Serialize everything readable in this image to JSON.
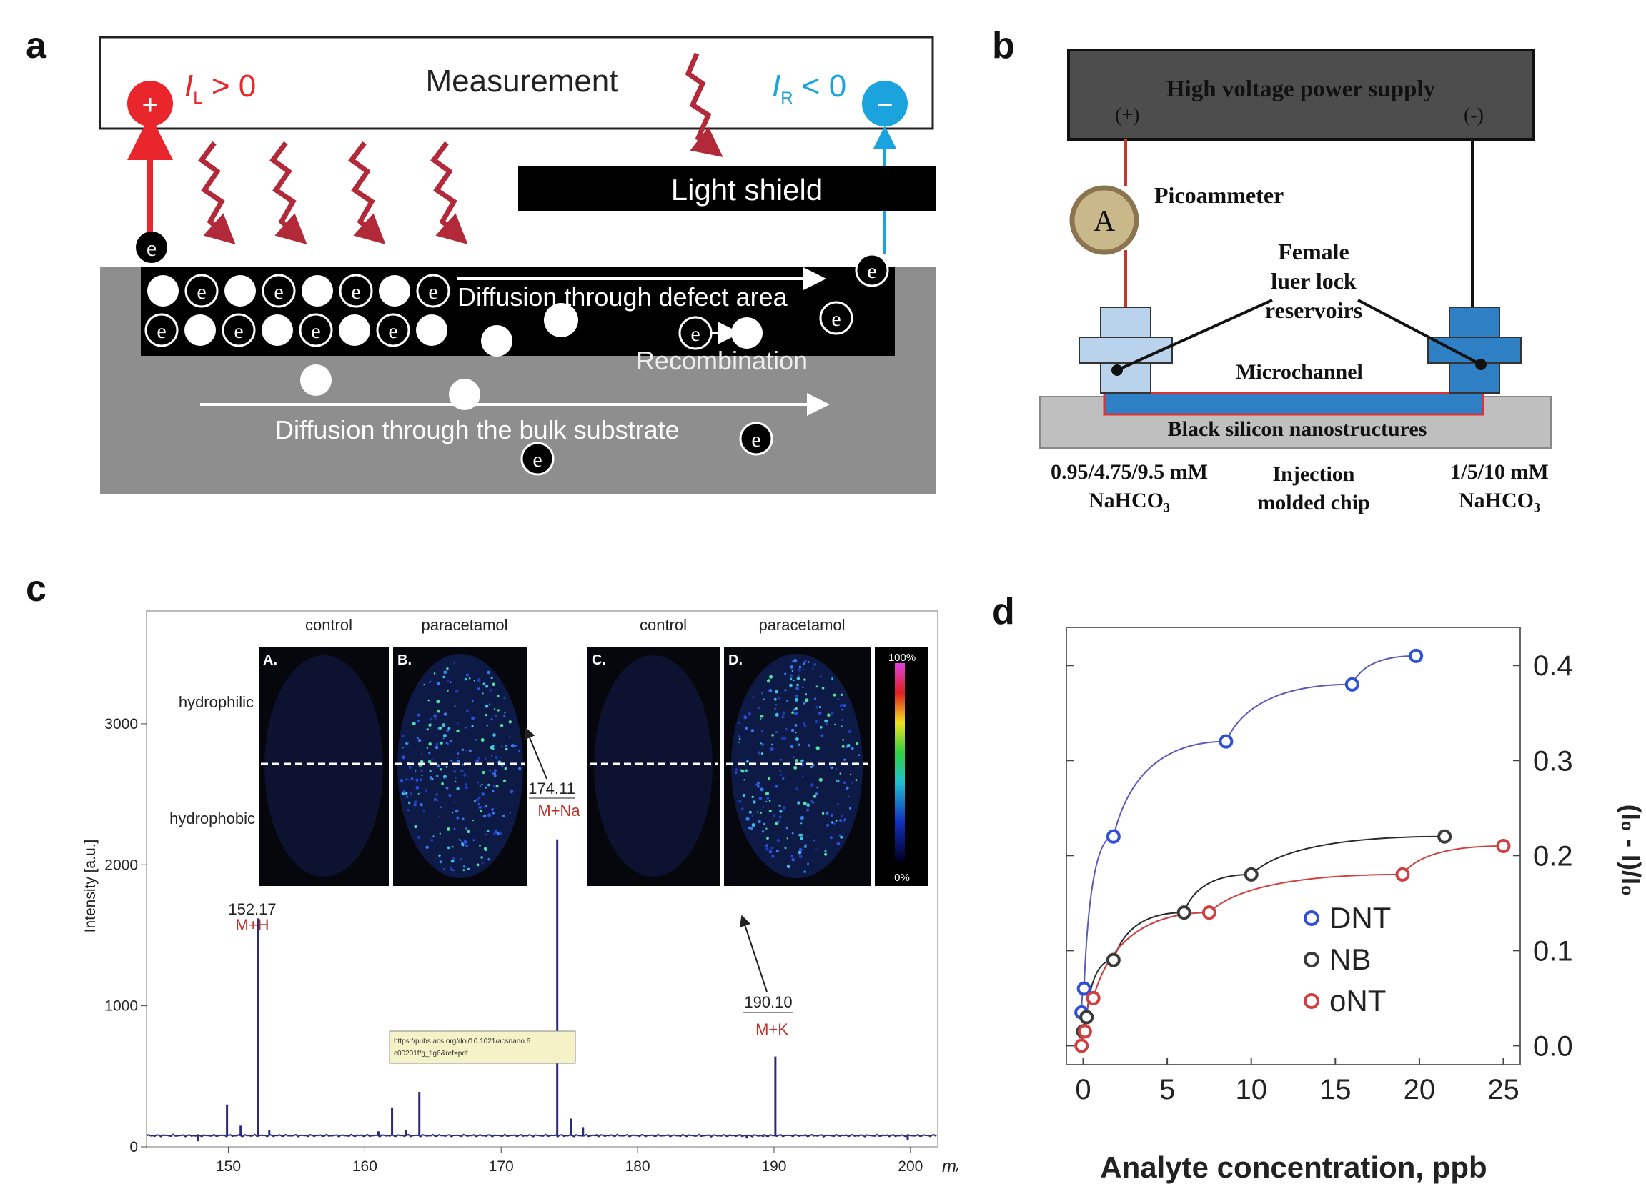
{
  "panels": {
    "a": {
      "letter": "a",
      "measurement": "Measurement",
      "il_symbol": "I",
      "il_sub": "L",
      "il_rel": " > 0",
      "ir_symbol": "I",
      "ir_sub": "R",
      "ir_rel": " < 0",
      "plus": "+",
      "minus": "−",
      "light_shield": "Light shield",
      "electron": "e",
      "defect_label": "Diffusion through defect area",
      "recombination": "Recombination",
      "bulk_label": "Diffusion through the bulk substrate",
      "colors": {
        "red": "#e8262b",
        "blue": "#1aa3dc",
        "wave": "#b2293a",
        "substrate": "#8e8e8e"
      }
    },
    "b": {
      "letter": "b",
      "power_supply": "High voltage power supply",
      "plus_terminal": "(+)",
      "minus_terminal": "(-)",
      "ammeter_symbol": "A",
      "picoammeter": "Picoammeter",
      "reservoir_line1": "Female",
      "reservoir_line2": "luer lock",
      "reservoir_line3": "reservoirs",
      "microchannel": "Microchannel",
      "substrate": "Black silicon nanostructures",
      "left_conc": "0.95/4.75/9.5 mM",
      "left_salt": "NaHCO₃",
      "chip_line1": "Injection",
      "chip_line2": "molded chip",
      "right_conc": "1/5/10 mM",
      "right_salt": "NaHCO₃"
    },
    "c": {
      "letter": "c",
      "ylabel": "Intensity [a.u.]",
      "xunit": "m/z",
      "x_ticks": [
        "150",
        "160",
        "170",
        "180",
        "190",
        "200"
      ],
      "y_ticks": [
        "0",
        "1000",
        "2000",
        "3000"
      ],
      "col_headers": [
        "control",
        "paracetamol",
        "control",
        "paracetamol"
      ],
      "image_letters": [
        "A.",
        "B.",
        "C.",
        "D."
      ],
      "hydrophilic": "hydrophilic",
      "hydrophobic": "hydrophobic",
      "scale_top": "100%",
      "scale_bottom": "0%",
      "peaks": [
        {
          "mz": "152.17",
          "ion": "M+H"
        },
        {
          "mz": "174.11",
          "ion": "M+Na"
        },
        {
          "mz": "190.10",
          "ion": "M+K"
        }
      ],
      "url_note_line1": "https://pubs.acs.org/doi/10.1021/acsnano.6",
      "url_note_line2": "c00201f/g_fig6&ref=pdf",
      "colors": {
        "trace": "#2a2a7a",
        "label": "#c0302a"
      }
    }
  },
  "chart_data": [
    {
      "type": "line",
      "panel": "c",
      "xlabel": "m/z",
      "ylabel": "Intensity [a.u.]",
      "xlim": [
        144,
        202
      ],
      "ylim": [
        0,
        3800
      ],
      "x_ticks": [
        150,
        160,
        170,
        180,
        190,
        200
      ],
      "y_ticks": [
        0,
        1000,
        2000,
        3000
      ],
      "series": [
        {
          "peaks": [
            {
              "x": 147.8,
              "y": 40
            },
            {
              "x": 149.9,
              "y": 300
            },
            {
              "x": 150.9,
              "y": 150
            },
            {
              "x": 152.17,
              "y": 1620
            },
            {
              "x": 153.0,
              "y": 120
            },
            {
              "x": 160.1,
              "y": 80
            },
            {
              "x": 161.0,
              "y": 110
            },
            {
              "x": 162.0,
              "y": 280
            },
            {
              "x": 163.0,
              "y": 120
            },
            {
              "x": 164.0,
              "y": 390
            },
            {
              "x": 174.11,
              "y": 2180
            },
            {
              "x": 175.1,
              "y": 200
            },
            {
              "x": 176.0,
              "y": 140
            },
            {
              "x": 177.0,
              "y": 90
            },
            {
              "x": 188.0,
              "y": 60
            },
            {
              "x": 189.2,
              "y": 70
            },
            {
              "x": 190.1,
              "y": 640
            },
            {
              "x": 199.8,
              "y": 50
            }
          ],
          "baseline": 80
        }
      ]
    },
    {
      "type": "scatter",
      "panel": "d",
      "xlabel": "Analyte concentration, ppb",
      "ylabel": "(I₀ - I)/I₀",
      "xlim": [
        -1,
        26
      ],
      "ylim": [
        -0.02,
        0.44
      ],
      "x_ticks": [
        0,
        5,
        10,
        15,
        20,
        25
      ],
      "y_ticks": [
        0.0,
        0.1,
        0.2,
        0.3,
        0.4
      ],
      "legend_position": "lower-right",
      "series": [
        {
          "name": "DNT",
          "color": "#2f4fd8",
          "fit_color": "#5a5ab8",
          "x": [
            -0.1,
            0.05,
            1.8,
            8.5,
            16,
            19.8
          ],
          "y": [
            0.035,
            0.06,
            0.22,
            0.32,
            0.38,
            0.41
          ]
        },
        {
          "name": "NB",
          "color": "#3a3a3a",
          "fit_color": "#2a2a2a",
          "x": [
            0,
            0.2,
            1.8,
            6,
            10,
            21.5
          ],
          "y": [
            0.015,
            0.03,
            0.09,
            0.14,
            0.18,
            0.22
          ]
        },
        {
          "name": "oNT",
          "color": "#d04040",
          "fit_color": "#d04040",
          "x": [
            -0.1,
            0.1,
            0.6,
            7.5,
            19,
            25
          ],
          "y": [
            0.0,
            0.015,
            0.05,
            0.14,
            0.18,
            0.21
          ]
        }
      ]
    }
  ]
}
